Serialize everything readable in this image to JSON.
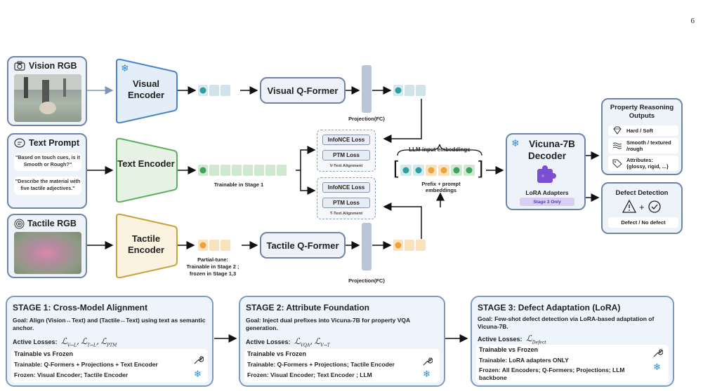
{
  "page_number": "6",
  "inputs": {
    "vision": {
      "title": "Vision RGB",
      "icon": "camera-icon"
    },
    "text": {
      "title": "Text Prompt",
      "icon": "chat-icon",
      "prompt1": "\"Based on touch cues, is it Smooth or Rough?\"",
      "prompt2": "\"Describe the material with five tactile adjectives.\""
    },
    "tactile": {
      "title": "Tactile RGB",
      "icon": "fingerprint-icon"
    }
  },
  "encoders": {
    "visual": "Visual Encoder",
    "text": "Text Encoder",
    "tactile": "Tactile Encoder",
    "visual_status_icon": "snowflake-icon"
  },
  "qformers": {
    "visual": "Visual Q-Former",
    "tactile": "Tactile Q-Former"
  },
  "projection": {
    "top": "Projection(FC)",
    "bottom": "Projection(FC)"
  },
  "notes": {
    "text_trainable": "Trainable in Stage 1",
    "tactile_partial": "Partial-tune:",
    "tactile_trainable": "Trainable in Stage 2 ;",
    "tactile_frozen": "frozen in Stage 1,3"
  },
  "losses": {
    "v_infonce": "InfoNCE Loss",
    "v_ptm": "PTM Loss",
    "v_align": "V-Text Alignment",
    "t_infonce": "InfoNCE Loss",
    "t_ptm": "PTM Loss",
    "t_align": "T-Text Alignment"
  },
  "llm_input": {
    "label": "LLM input embeddings",
    "prefix1": "Prefix + prompt",
    "prefix2": "embeddings"
  },
  "decoder": {
    "title1": "Vicuna-7B",
    "title2": "Decoder",
    "lora": "LoRA Adapters",
    "stage": "Stage 3 Only",
    "icon": "snowflake-icon"
  },
  "outputs": {
    "reasoning_title1": "Property Reasoning",
    "reasoning_title2": "Outputs",
    "hard": "Hard / Soft",
    "smooth1": "Smooth / textured",
    "smooth2": "/rough",
    "attr1": "Attributes:",
    "attr2": "{glossy, rigid, ...}",
    "defect_title": "Defect Detection",
    "defect_result": "Defect / No defect"
  },
  "stages": [
    {
      "title": "STAGE 1: Cross-Model Alignment",
      "goal_label": "Goal:",
      "goal": "Align (Vision↔Text) and (Tactile↔Text) using text as semantic anchor.",
      "losses_label": "Active Losses:",
      "loss_terms": [
        "ℒ",
        "V↔L",
        "ℒ",
        "T↔L",
        "ℒ",
        "PTM"
      ],
      "tvf": "Trainable vs Frozen",
      "trainable": "Trainable: Q-Formers + Projections + Text Encoder",
      "frozen": "Frozen: Visual Encoder; Tactile Encoder"
    },
    {
      "title": "STAGE 2: Attribute Foundation",
      "goal_label": "Goal:",
      "goal": "Inject dual prefixes into Vicuna-7B for property VQA generation.",
      "losses_label": "Active Losses:",
      "loss_terms": [
        "ℒ",
        "VQA",
        "ℒ",
        "V→T"
      ],
      "tvf": "Trainable vs Frozen",
      "trainable": "Trainable: Q-Formers + Projections; Tactile Encoder",
      "frozen": "Frozen: Visual Encoder;  Text Encoder ; LLM"
    },
    {
      "title": "STAGE 3: Defect Adaptation (LoRA)",
      "goal_label": "Goal:",
      "goal": "Few-shot defect detection via LoRA-based adaptation of Vicuna-7B.",
      "losses_label": "Active Losses:",
      "loss_terms": [
        "ℒ",
        "Defect"
      ],
      "tvf": "Trainable vs Frozen",
      "trainable": "Trainable: LoRA adapters ONLY",
      "frozen1": "Frozen: All Encoders; Q-Formers; Projections; LLM",
      "frozen2": "backbone"
    }
  ],
  "colors": {
    "visual_encoder": "#4a86c5",
    "text_encoder": "#5fae62",
    "tactile_encoder": "#c9a23c",
    "teal_token": "#2f9ea0",
    "green_token": "#3aa35c",
    "orange_token": "#f0a23a",
    "freeze": "#2d8fd6"
  }
}
